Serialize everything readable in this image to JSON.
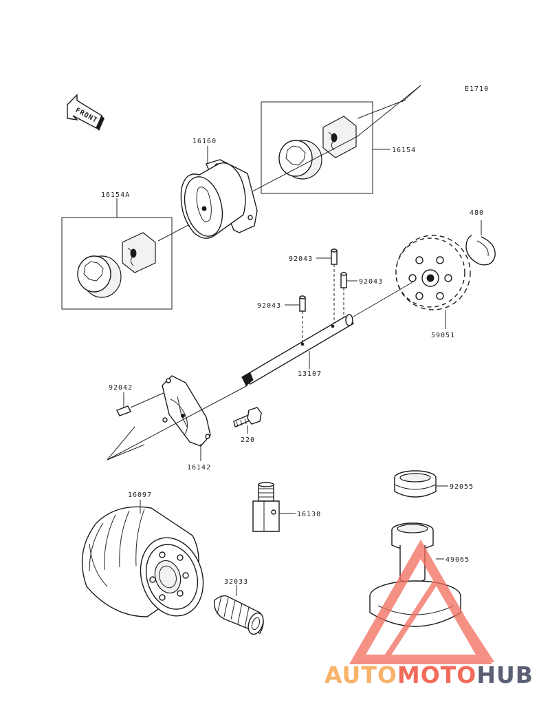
{
  "figure_code": "E1710",
  "front_label": "FRONT",
  "labels": {
    "p16160": "16160",
    "p16154": "16154",
    "p16154A": "16154A",
    "p480": "480",
    "p92043_a": "92043",
    "p92043_b": "92043",
    "p92043_c": "92043",
    "p59051": "59051",
    "p13107": "13107",
    "p92042": "92042",
    "p220": "220",
    "p16142": "16142",
    "p16097": "16097",
    "p16130": "16130",
    "p92055": "92055",
    "p49065": "49065",
    "p32033": "32033"
  },
  "watermark": {
    "part1": "AUTO",
    "part2": "MOTO",
    "part3": "HUB",
    "color1": "#f7b36a",
    "color2": "#f26b5b",
    "color3": "#5a5f73"
  }
}
